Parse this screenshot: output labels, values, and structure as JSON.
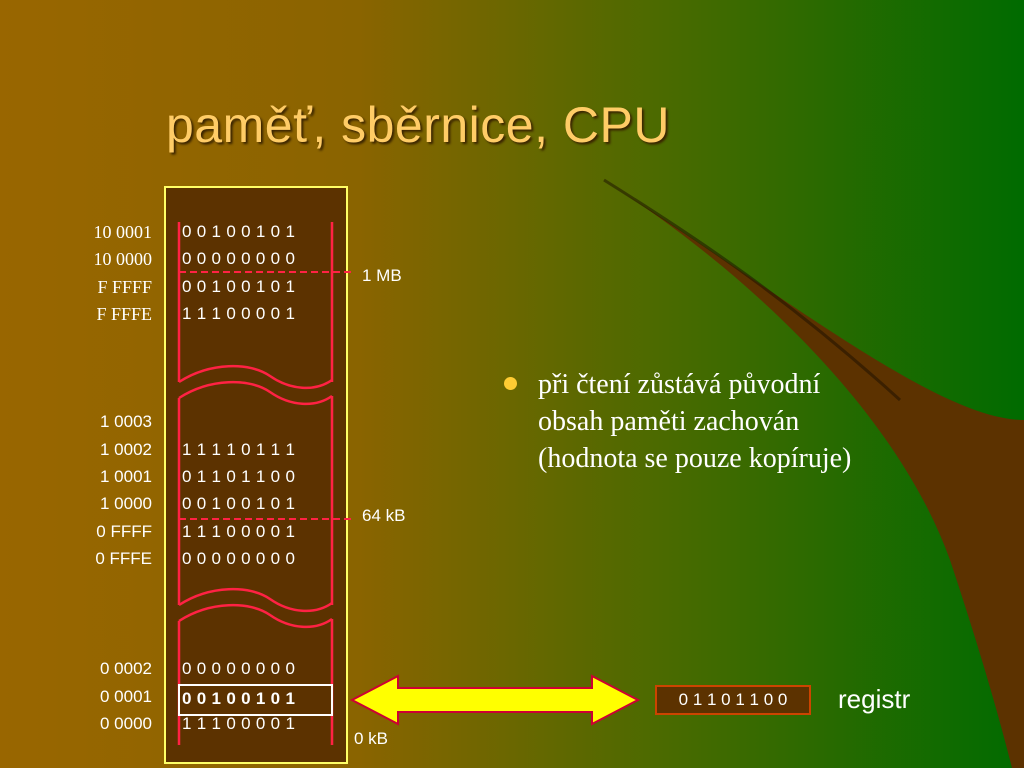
{
  "slide": {
    "title": "paměť, sběrnice, CPU",
    "bullet_lines": [
      "při čtení zůstává původní",
      "obsah paměti zachován",
      "(hodnota se pouze kopíruje)"
    ]
  },
  "memory": {
    "rows": [
      {
        "address": "10 0001",
        "bits": "0 0 1 0 0 1 0 1"
      },
      {
        "address": "10 0000",
        "bits": "0 0 0 0 0 0 0 0"
      },
      {
        "address": "F FFFF",
        "bits": "0 0 1 0 0 1 0 1"
      },
      {
        "address": "F FFFE",
        "bits": "1 1 1 0 0 0 0 1"
      },
      {
        "address": "1 0003",
        "bits": ""
      },
      {
        "address": "1 0002",
        "bits": "1 1 1 1 0 1 1 1"
      },
      {
        "address": "1 0001",
        "bits": "0 1 1 0 1 1 0 0"
      },
      {
        "address": "1 0000",
        "bits": "0 0 1 0 0 1 0 1"
      },
      {
        "address": "0 FFFF",
        "bits": "1 1 1 0 0 0 0 1"
      },
      {
        "address": "0 FFFE",
        "bits": "0 0 0 0 0 0 0 0"
      },
      {
        "address": "0 0002",
        "bits": "0 0 0 0 0 0 0 0"
      },
      {
        "address": "0 0001",
        "bits": "0 0 1 0 0 1 0 1"
      },
      {
        "address": "0 0000",
        "bits": "1 1 1 0 0 0 0 1"
      }
    ],
    "markers": {
      "mb": "1 MB",
      "kb64": "64 kB",
      "kb0": "0 kB"
    }
  },
  "register": {
    "value": "0 1 1 0 1 1 0 0",
    "label": "registr"
  },
  "colors": {
    "title": "#ffcc66",
    "memory_fill": "#5c3200",
    "memory_border": "#ffff66",
    "bus_arrow": "#ffff00",
    "marker_line": "#ff3366",
    "bullet": "#ffcc33"
  }
}
